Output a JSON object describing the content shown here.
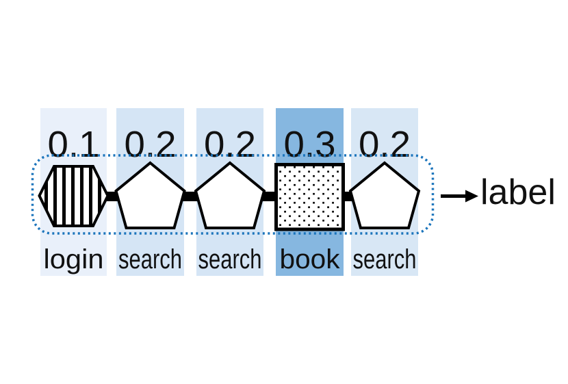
{
  "figure": {
    "type": "event-sequence-attention-diagram",
    "output": {
      "label": "label"
    },
    "columns": [
      {
        "weight": "0.1",
        "event": "login",
        "shape": "hexagon-vertical-stripes",
        "bg": "#e9f0fa"
      },
      {
        "weight": "0.2",
        "event": "search",
        "shape": "pentagon-white",
        "bg": "#d5e5f5"
      },
      {
        "weight": "0.2",
        "event": "search",
        "shape": "pentagon-white",
        "bg": "#d5e5f5"
      },
      {
        "weight": "0.3",
        "event": "book",
        "shape": "square-polka-dots",
        "bg": "#86b7e0"
      },
      {
        "weight": "0.2",
        "event": "search",
        "shape": "pentagon-white",
        "bg": "#d8e7f5"
      }
    ],
    "colors": {
      "highlight_column": "#86b7e0",
      "light_column": "#d5e5f5",
      "lightest_column": "#e9f0fa",
      "dotted_outline": "#1c75bc",
      "shape_stroke": "#000000",
      "connector": "#000000",
      "text": "#111111"
    }
  }
}
